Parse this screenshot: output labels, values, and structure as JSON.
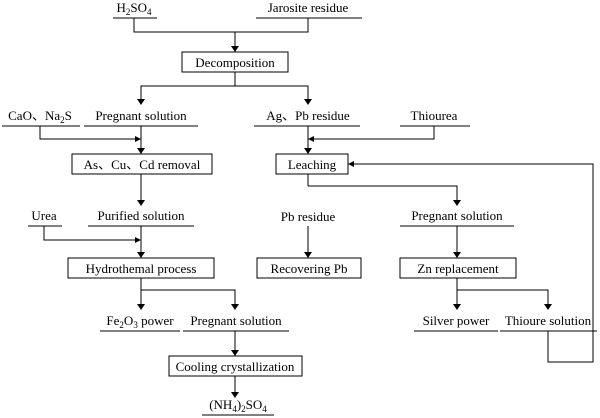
{
  "diagram": {
    "top": {
      "h2so4": {
        "main": "H",
        "sub1": "2",
        "mid": "SO",
        "sub2": "4"
      },
      "jarosite": "Jarosite residue"
    },
    "decomposition": "Decomposition",
    "left_branch": {
      "reagent": {
        "main": "CaO、Na",
        "sub": "2",
        "tail": "S"
      },
      "pregnant_solution": "Pregnant solution",
      "removal": "As、Cu、Cd removal",
      "urea": "Urea",
      "purified_solution": "Purified solution",
      "hydrothermal": "Hydrothemal process",
      "fe2o3": {
        "p1": "Fe",
        "s1": "2",
        "p2": "O",
        "s2": "3",
        "p3": " power"
      },
      "pregnant_solution_2": "Pregnant solution",
      "cooling": "Cooling crystallization",
      "product": {
        "p1": "(NH",
        "s1": "4",
        "p2": ")",
        "s2": "2",
        "p3": "SO",
        "s3": "4"
      }
    },
    "right_branch": {
      "ag_pb_residue": "Ag、Pb residue",
      "thiourea": "Thiourea",
      "leaching": "Leaching",
      "pb_residue": "Pb residue",
      "recovering_pb": "Recovering Pb",
      "pregnant_solution": "Pregnant solution",
      "zn_replacement": "Zn replacement",
      "silver_power": "Silver power",
      "thioure_solution": "Thioure solution"
    }
  }
}
